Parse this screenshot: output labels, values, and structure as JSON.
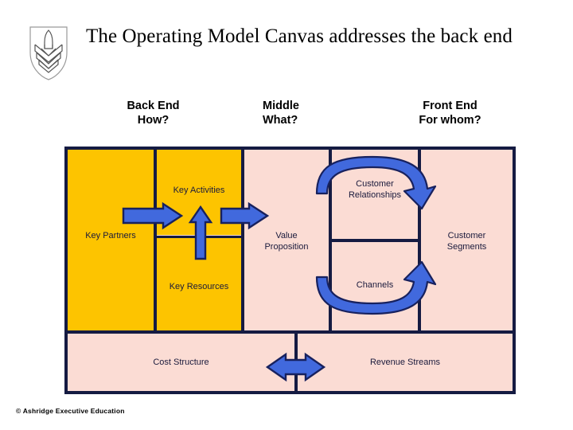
{
  "slide": {
    "title": "The Operating Model Canvas addresses the back end",
    "footer": "© Ashridge Executive Education",
    "logo_icon": "ashridge-shield-crest-icon"
  },
  "column_captions": [
    {
      "id": "back",
      "text": "Back End\nHow?"
    },
    {
      "id": "mid",
      "text": "Middle\nWhat?"
    },
    {
      "id": "front",
      "text": "Front End\nFor whom?"
    }
  ],
  "canvas": {
    "cells": [
      {
        "id": "key-partners",
        "label": "Key Partners",
        "fill": "yellow"
      },
      {
        "id": "key-activities",
        "label": "Key Activities",
        "fill": "yellow"
      },
      {
        "id": "key-resources",
        "label": "Key Resources",
        "fill": "yellow"
      },
      {
        "id": "value-proposition",
        "label": "Value\nProposition",
        "fill": "pink"
      },
      {
        "id": "customer-relationships",
        "label": "Customer\nRelationships",
        "fill": "pink"
      },
      {
        "id": "channels",
        "label": "Channels",
        "fill": "pink"
      },
      {
        "id": "customer-segments",
        "label": "Customer\nSegments",
        "fill": "pink"
      },
      {
        "id": "cost-structure",
        "label": "Cost Structure",
        "fill": "pink"
      },
      {
        "id": "revenue-streams",
        "label": "Revenue Streams",
        "fill": "pink"
      }
    ],
    "arrows": [
      {
        "id": "partners-to-activities",
        "kind": "straight-right"
      },
      {
        "id": "resources-to-activities",
        "kind": "straight-up"
      },
      {
        "id": "activities-to-value",
        "kind": "straight-right"
      },
      {
        "id": "relationships-to-segments",
        "kind": "curved-over-right"
      },
      {
        "id": "channels-to-segments",
        "kind": "curved-under-right"
      },
      {
        "id": "cost-revenue-balance",
        "kind": "double-headed-horizontal"
      }
    ]
  },
  "colors": {
    "back_end_fill": "#fdc400",
    "front_end_fill": "#fbdcd4",
    "grid_line": "#151b42",
    "arrow_fill": "#4169dd",
    "arrow_outline": "#17215e",
    "text": "#1a1a3c"
  }
}
